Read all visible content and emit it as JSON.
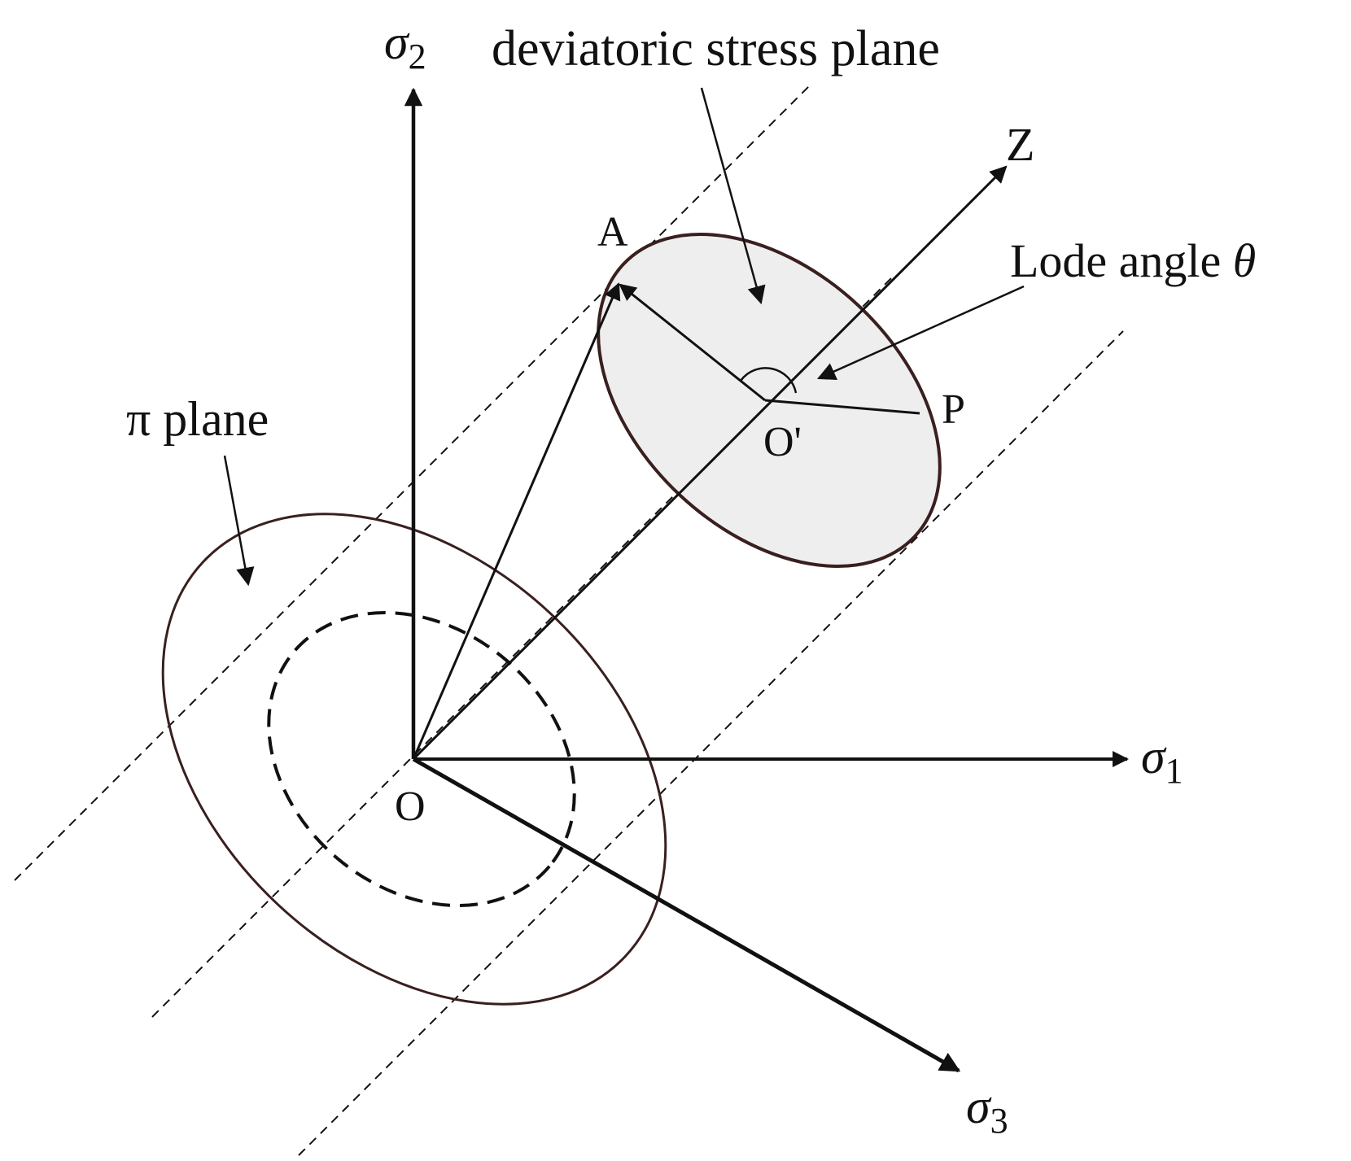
{
  "axes": {
    "sigma1": {
      "symbol": "σ",
      "subscript": "1"
    },
    "sigma2": {
      "symbol": "σ",
      "subscript": "2"
    },
    "sigma3": {
      "symbol": "σ",
      "subscript": "3"
    },
    "z": "Z"
  },
  "labels": {
    "deviatoric_plane": "deviatoric stress plane",
    "pi_plane": "π plane",
    "lode_angle_text": "Lode angle ",
    "lode_angle_symbol": "θ",
    "point_a": "A",
    "point_p": "P",
    "origin": "O",
    "origin_prime": "O'"
  },
  "colors": {
    "line": "#111111",
    "ellipse": "#3a1f1f",
    "disk_fill": "#eeeeee"
  }
}
